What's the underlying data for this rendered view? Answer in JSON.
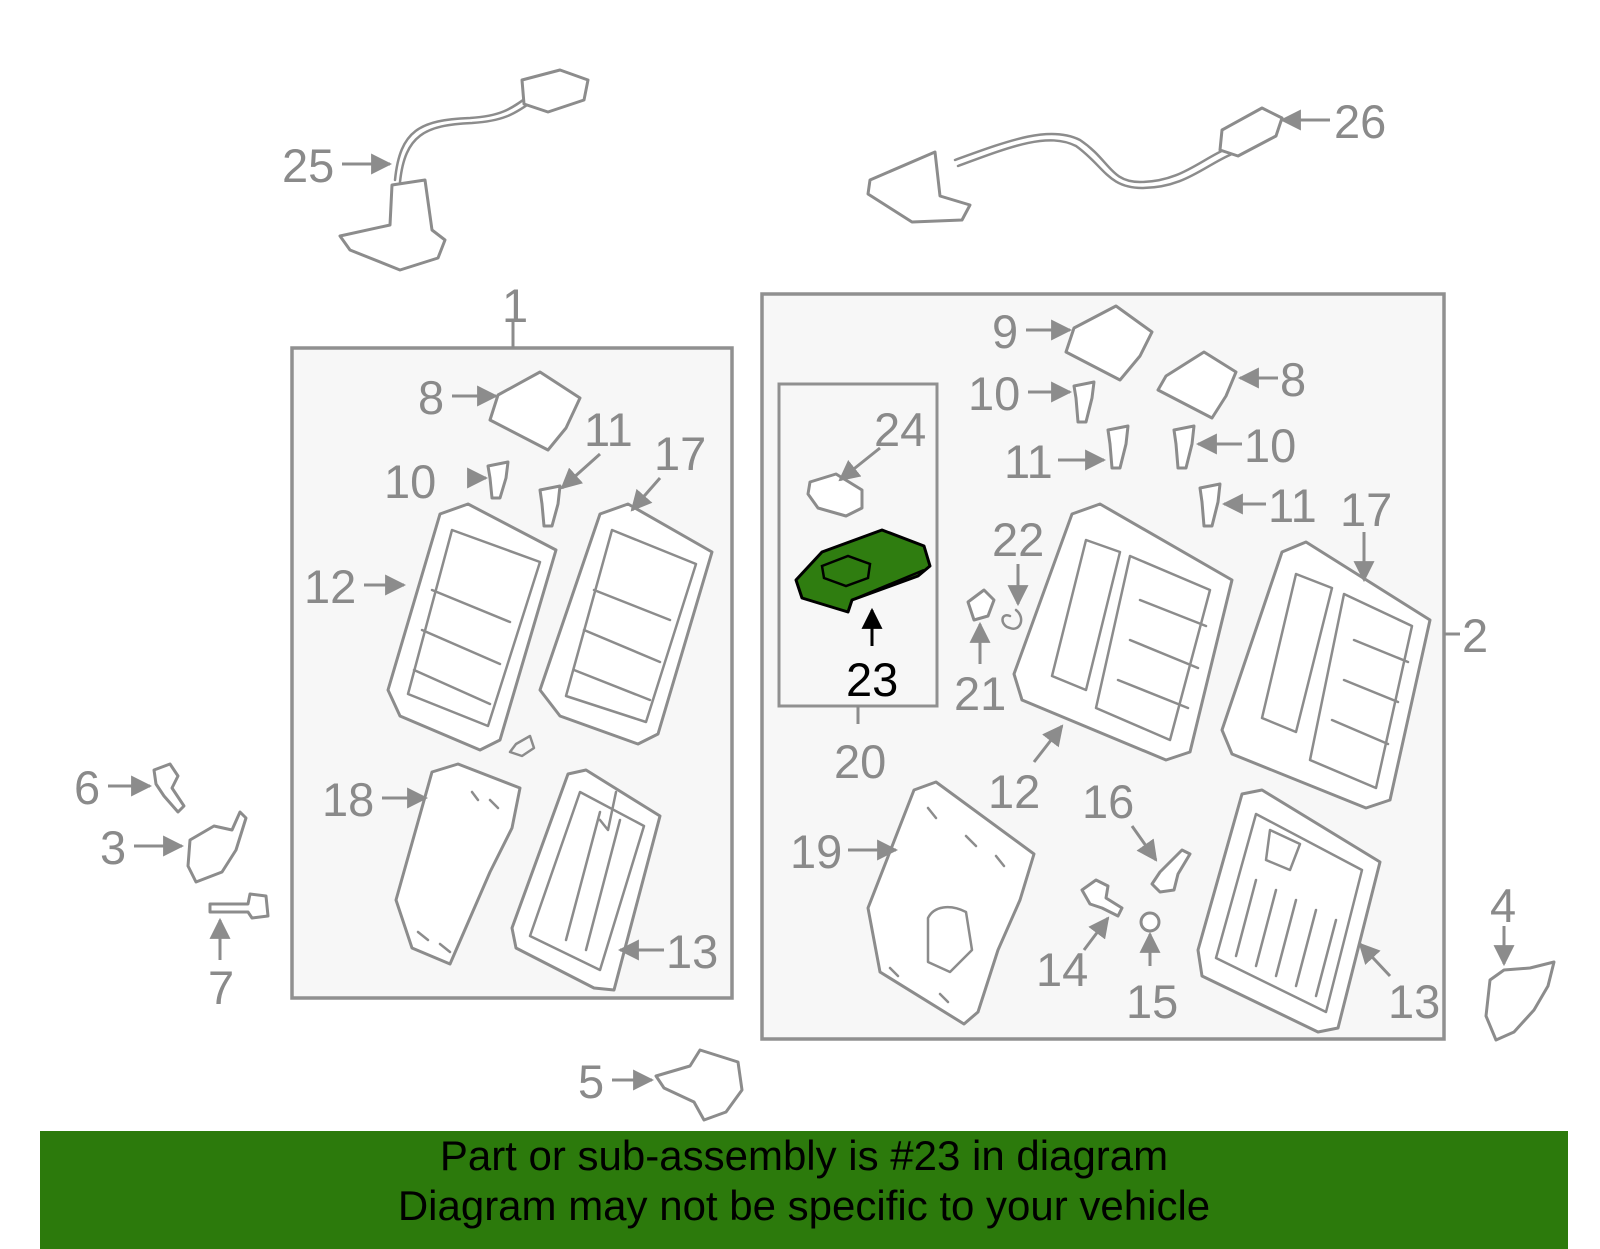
{
  "colors": {
    "highlight_fill": "#2f7d10",
    "banner_bg": "#2c7a0c",
    "line_gray": "#8c8c8c",
    "text_gray": "#8a8a8a"
  },
  "labels": {
    "l1": "1",
    "l2": "2",
    "l3": "3",
    "l4": "4",
    "l5": "5",
    "l6": "6",
    "l7": "7",
    "l8a": "8",
    "l8b": "8",
    "l9": "9",
    "l10a": "10",
    "l10b": "10",
    "l10c": "10",
    "l11a": "11",
    "l11b": "11",
    "l11c": "11",
    "l12a": "12",
    "l12b": "12",
    "l13a": "13",
    "l13b": "13",
    "l14": "14",
    "l15": "15",
    "l16": "16",
    "l17a": "17",
    "l17b": "17",
    "l18": "18",
    "l19": "19",
    "l20": "20",
    "l21": "21",
    "l22": "22",
    "l23": "23",
    "l24": "24",
    "l25": "25",
    "l26": "26"
  },
  "banner": {
    "line1": "Part or sub-assembly is #23 in diagram",
    "line2": "Diagram may not be specific to your vehicle"
  }
}
